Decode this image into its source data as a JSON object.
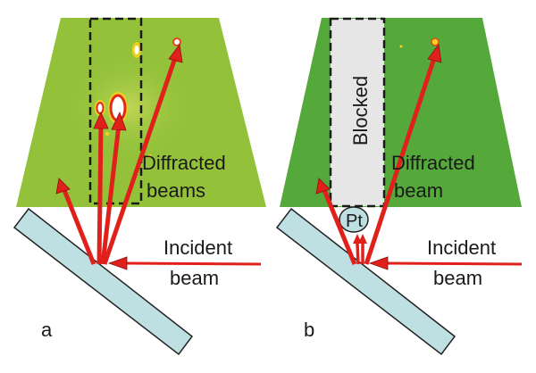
{
  "panels": [
    {
      "id": "a",
      "letter": "a",
      "diffracted_label_line1": "Diffracted",
      "diffracted_label_line2": "beams",
      "incident_label_line1": "Incident",
      "incident_label_line2": "beam"
    },
    {
      "id": "b",
      "letter": "b",
      "blocked_label": "Blocked",
      "pt_label": "Pt",
      "diffracted_label_line1": "Diffracted",
      "diffracted_label_line2": "beam",
      "incident_label_line1": "Incident",
      "incident_label_line2": "beam"
    }
  ],
  "colors": {
    "detector_a": "#93c23a",
    "detector_b": "#55a93a",
    "sample": "#bfe0e3",
    "beam": "#e0201b",
    "beam_outline": "#8c1010",
    "blocked_region": "#e6e6e6",
    "spot_ring": "#f4d21e"
  },
  "icons": [
    "detector-screen",
    "sample-crystal",
    "beam-arrow",
    "diffraction-spot",
    "beam-block",
    "pt-wire"
  ]
}
